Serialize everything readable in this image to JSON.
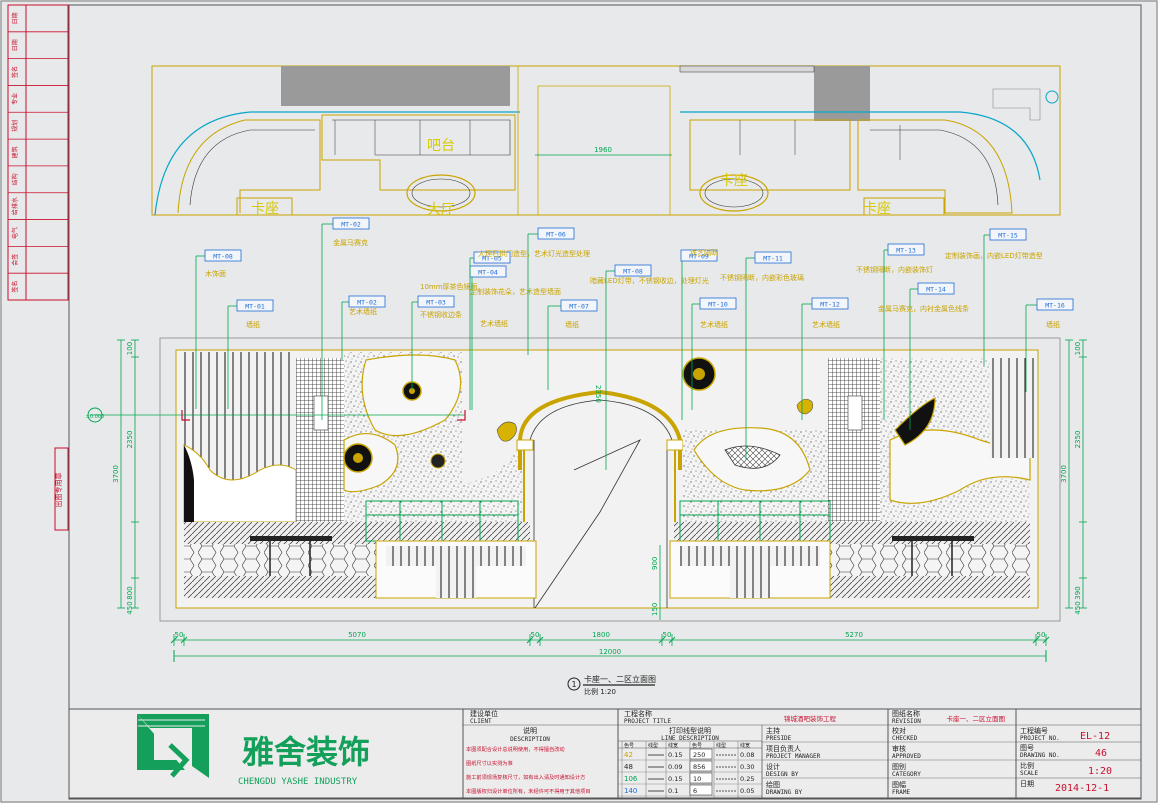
{
  "colors": {
    "paper": "#e8e9ea",
    "frame": "#4a4a4a",
    "red": "#c8102e",
    "yellow": "#c9a400",
    "green": "#00a651",
    "blue": "#1e6bd6",
    "cyan": "#0aa6c9",
    "dark": "#222222",
    "grey": "#8a8a8a",
    "logo": "#14a05a"
  },
  "left_strip": {
    "cells": [
      "日期",
      "日期",
      "签名",
      "专业",
      "规划",
      "建筑",
      "结构",
      "给排水",
      "电气",
      "会签",
      "签名"
    ],
    "stamp": "出图专用章"
  },
  "plan": {
    "dimension": "1960",
    "labels": [
      "卡座",
      "吧台",
      "卡座",
      "大厅",
      "卡座"
    ]
  },
  "callouts": [
    {
      "tag": "MT-08",
      "text": "木饰面"
    },
    {
      "tag": "MT-01",
      "text": "墙纸"
    },
    {
      "tag": "MT-02",
      "text": "金属马赛克"
    },
    {
      "tag": "MT-02",
      "text": "艺术墙纸"
    },
    {
      "tag": "MT-03",
      "text": "10mm厚茶色镜面",
      "text2": "不锈钢收边条"
    },
    {
      "tag": "MT-04",
      "text": "定制装饰花朵，艺术造型墙面"
    },
    {
      "tag": "MT-05",
      "text": "艺术墙纸"
    },
    {
      "tag": "MT-06",
      "text": "大理石拱门造型，艺术灯光造型处理"
    },
    {
      "tag": "MT-07",
      "text": "墙纸"
    },
    {
      "tag": "MT-08",
      "text": "暗藏LED灯带，不锈钢收边，处理灯光"
    },
    {
      "tag": "MT-09",
      "text": "铁艺隔断"
    },
    {
      "tag": "MT-10",
      "text": "艺术墙纸"
    },
    {
      "tag": "MT-11",
      "text": "不锈钢隔断，内嵌彩色玻璃"
    },
    {
      "tag": "MT-12",
      "text": "艺术墙纸"
    },
    {
      "tag": "MT-13",
      "text": "不锈钢隔断，内嵌装饰灯"
    },
    {
      "tag": "MT-14",
      "text": "金属马赛克，内衬金属色线条"
    },
    {
      "tag": "MT-15",
      "text": "定制装饰画，内嵌LED灯带造型"
    },
    {
      "tag": "MT-16",
      "text": "墙纸"
    }
  ],
  "elevation": {
    "dims_left": [
      "100",
      "2350",
      "3700",
      "800",
      "450"
    ],
    "dims_right": [
      "100",
      "2350",
      "3700",
      "390",
      "450"
    ],
    "mid_dims": [
      "900",
      "150"
    ],
    "bottom_dims": [
      "50",
      "5070",
      "50",
      "1800",
      "50",
      "5270",
      "50"
    ],
    "total": "12000",
    "arch_label": "2350",
    "level_mark": "±0.000"
  },
  "drawing_title": {
    "number": "1",
    "name": "卡座一、二区立面图",
    "scale": "比例 1:20"
  },
  "title_block": {
    "company_cn": "雅舍装饰",
    "company_en": "CHENGDU YASHE INDUSTRY",
    "client_cn": "建设单位",
    "client_en": "CLIENT",
    "desc_cn": "说明",
    "desc_en": "DESCRIPTION",
    "desc_lines": [
      "本图须配合设计总说明使用，不得擅自改动",
      "图纸尺寸以实测为准",
      "施工前须现场复核尺寸，如有出入请及时通知设计方",
      "本图版权归设计单位所有，未经许可不得用于其他项目"
    ],
    "proj_title_cn": "工程名称",
    "proj_title_en": "PROJECT TITLE",
    "proj_name": "锦城酒吧装饰工程",
    "line_desc_cn": "打印线型说明",
    "line_desc_en": "LINE DESCRIPTION",
    "line_headers": [
      "色号",
      "线型",
      "线宽",
      "色号",
      "线型",
      "线宽"
    ],
    "line_rows": [
      [
        "42",
        "0.15",
        "250",
        "0.08"
      ],
      [
        "48",
        "0.09",
        "856",
        "0.30"
      ],
      [
        "106",
        "0.15",
        "10",
        "0.25"
      ],
      [
        "140",
        "0.1",
        "6",
        "0.05"
      ]
    ],
    "roles": [
      {
        "cn": "主持",
        "en": "PRESIDE"
      },
      {
        "cn": "项目负责人",
        "en": "PROJECT MANAGER"
      },
      {
        "cn": "设计",
        "en": "DESIGN BY"
      },
      {
        "cn": "绘图",
        "en": "DRAWING BY"
      }
    ],
    "revision_cn": "图纸名称",
    "revision_en": "REVISION",
    "drawing_name": "卡座一、二区立面图",
    "checks": [
      {
        "cn": "校对",
        "en": "CHECKED"
      },
      {
        "cn": "审核",
        "en": "APPROVED"
      },
      {
        "cn": "图别",
        "en": "CATEGORY"
      },
      {
        "cn": "图幅",
        "en": "FRAME"
      }
    ],
    "proj_no_cn": "工程编号",
    "proj_no_en": "PROJECT NO.",
    "proj_no": "EL-12",
    "drawing_no_cn": "图号",
    "drawing_no_en": "DRAWING NO.",
    "drawing_no": "46",
    "scale_cn": "比例",
    "scale_en": "SCALE",
    "scale": "1:20",
    "date_cn": "日期",
    "date": "2014-12-1"
  }
}
